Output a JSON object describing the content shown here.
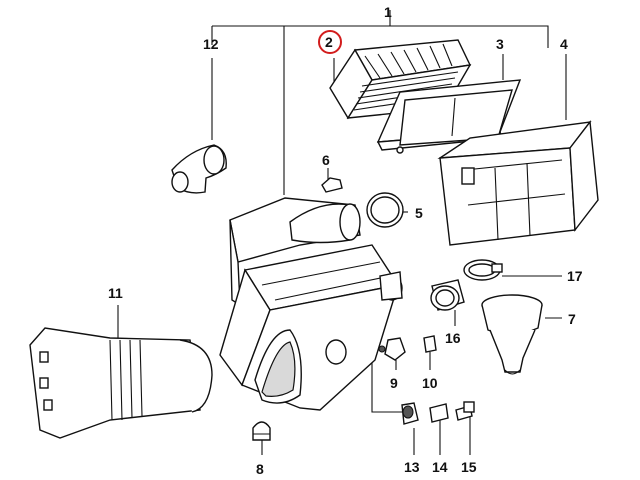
{
  "callouts": [
    {
      "id": "1",
      "text": "1"
    },
    {
      "id": "2",
      "text": "2"
    },
    {
      "id": "3",
      "text": "3"
    },
    {
      "id": "4",
      "text": "4"
    },
    {
      "id": "5",
      "text": "5"
    },
    {
      "id": "6",
      "text": "6"
    },
    {
      "id": "7",
      "text": "7"
    },
    {
      "id": "8",
      "text": "8"
    },
    {
      "id": "9",
      "text": "9"
    },
    {
      "id": "10",
      "text": "10"
    },
    {
      "id": "11",
      "text": "11"
    },
    {
      "id": "12",
      "text": "12"
    },
    {
      "id": "13",
      "text": "13"
    },
    {
      "id": "14",
      "text": "14"
    },
    {
      "id": "15",
      "text": "15"
    },
    {
      "id": "16",
      "text": "16"
    },
    {
      "id": "17",
      "text": "17"
    }
  ],
  "highlight_color": "#d21c1c",
  "highlighted_callout": "2"
}
